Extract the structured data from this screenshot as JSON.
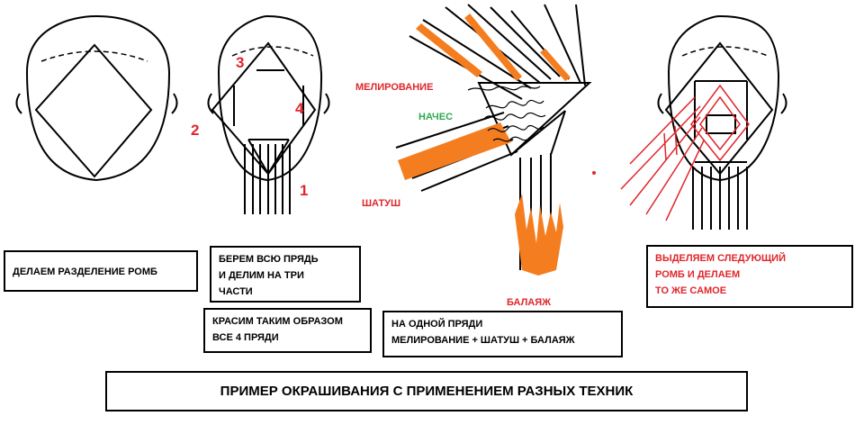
{
  "colors": {
    "red": "#e0262b",
    "orange": "#f47d20",
    "green": "#2fa84f",
    "ink": "#000000"
  },
  "boxes": {
    "step1": "ДЕЛАЕМ РАЗДЕЛЕНИЕ РОМБ",
    "step2": "БЕРЕМ ВСЮ ПРЯДЬ\nИ ДЕЛИМ НА ТРИ\nЧАСТИ",
    "step3": "КРАСИМ ТАКИМ ОБРАЗОМ\nВСЕ 4 ПРЯДИ",
    "step4": "НА ОДНОЙ ПРЯДИ\nМЕЛИРОВАНИЕ + ШАТУШ + БАЛАЯЖ",
    "step5": "ВЫДЕЛЯЕМ СЛЕДУЮЩИЙ\nРОМБ И ДЕЛАЕМ\nТО ЖЕ САМОЕ",
    "title": "ПРИМЕР ОКРАШИВАНИЯ С ПРИМЕНЕНИЕМ РАЗНЫХ ТЕХНИК"
  },
  "labels": {
    "melirovanie": "МЕЛИРОВАНИЕ",
    "naches": "НАЧЕС",
    "shatush": "ШАТУШ",
    "balayazh": "БАЛАЯЖ"
  },
  "numbers": {
    "n1": "1",
    "n2": "2",
    "n3": "3",
    "n4": "4"
  }
}
